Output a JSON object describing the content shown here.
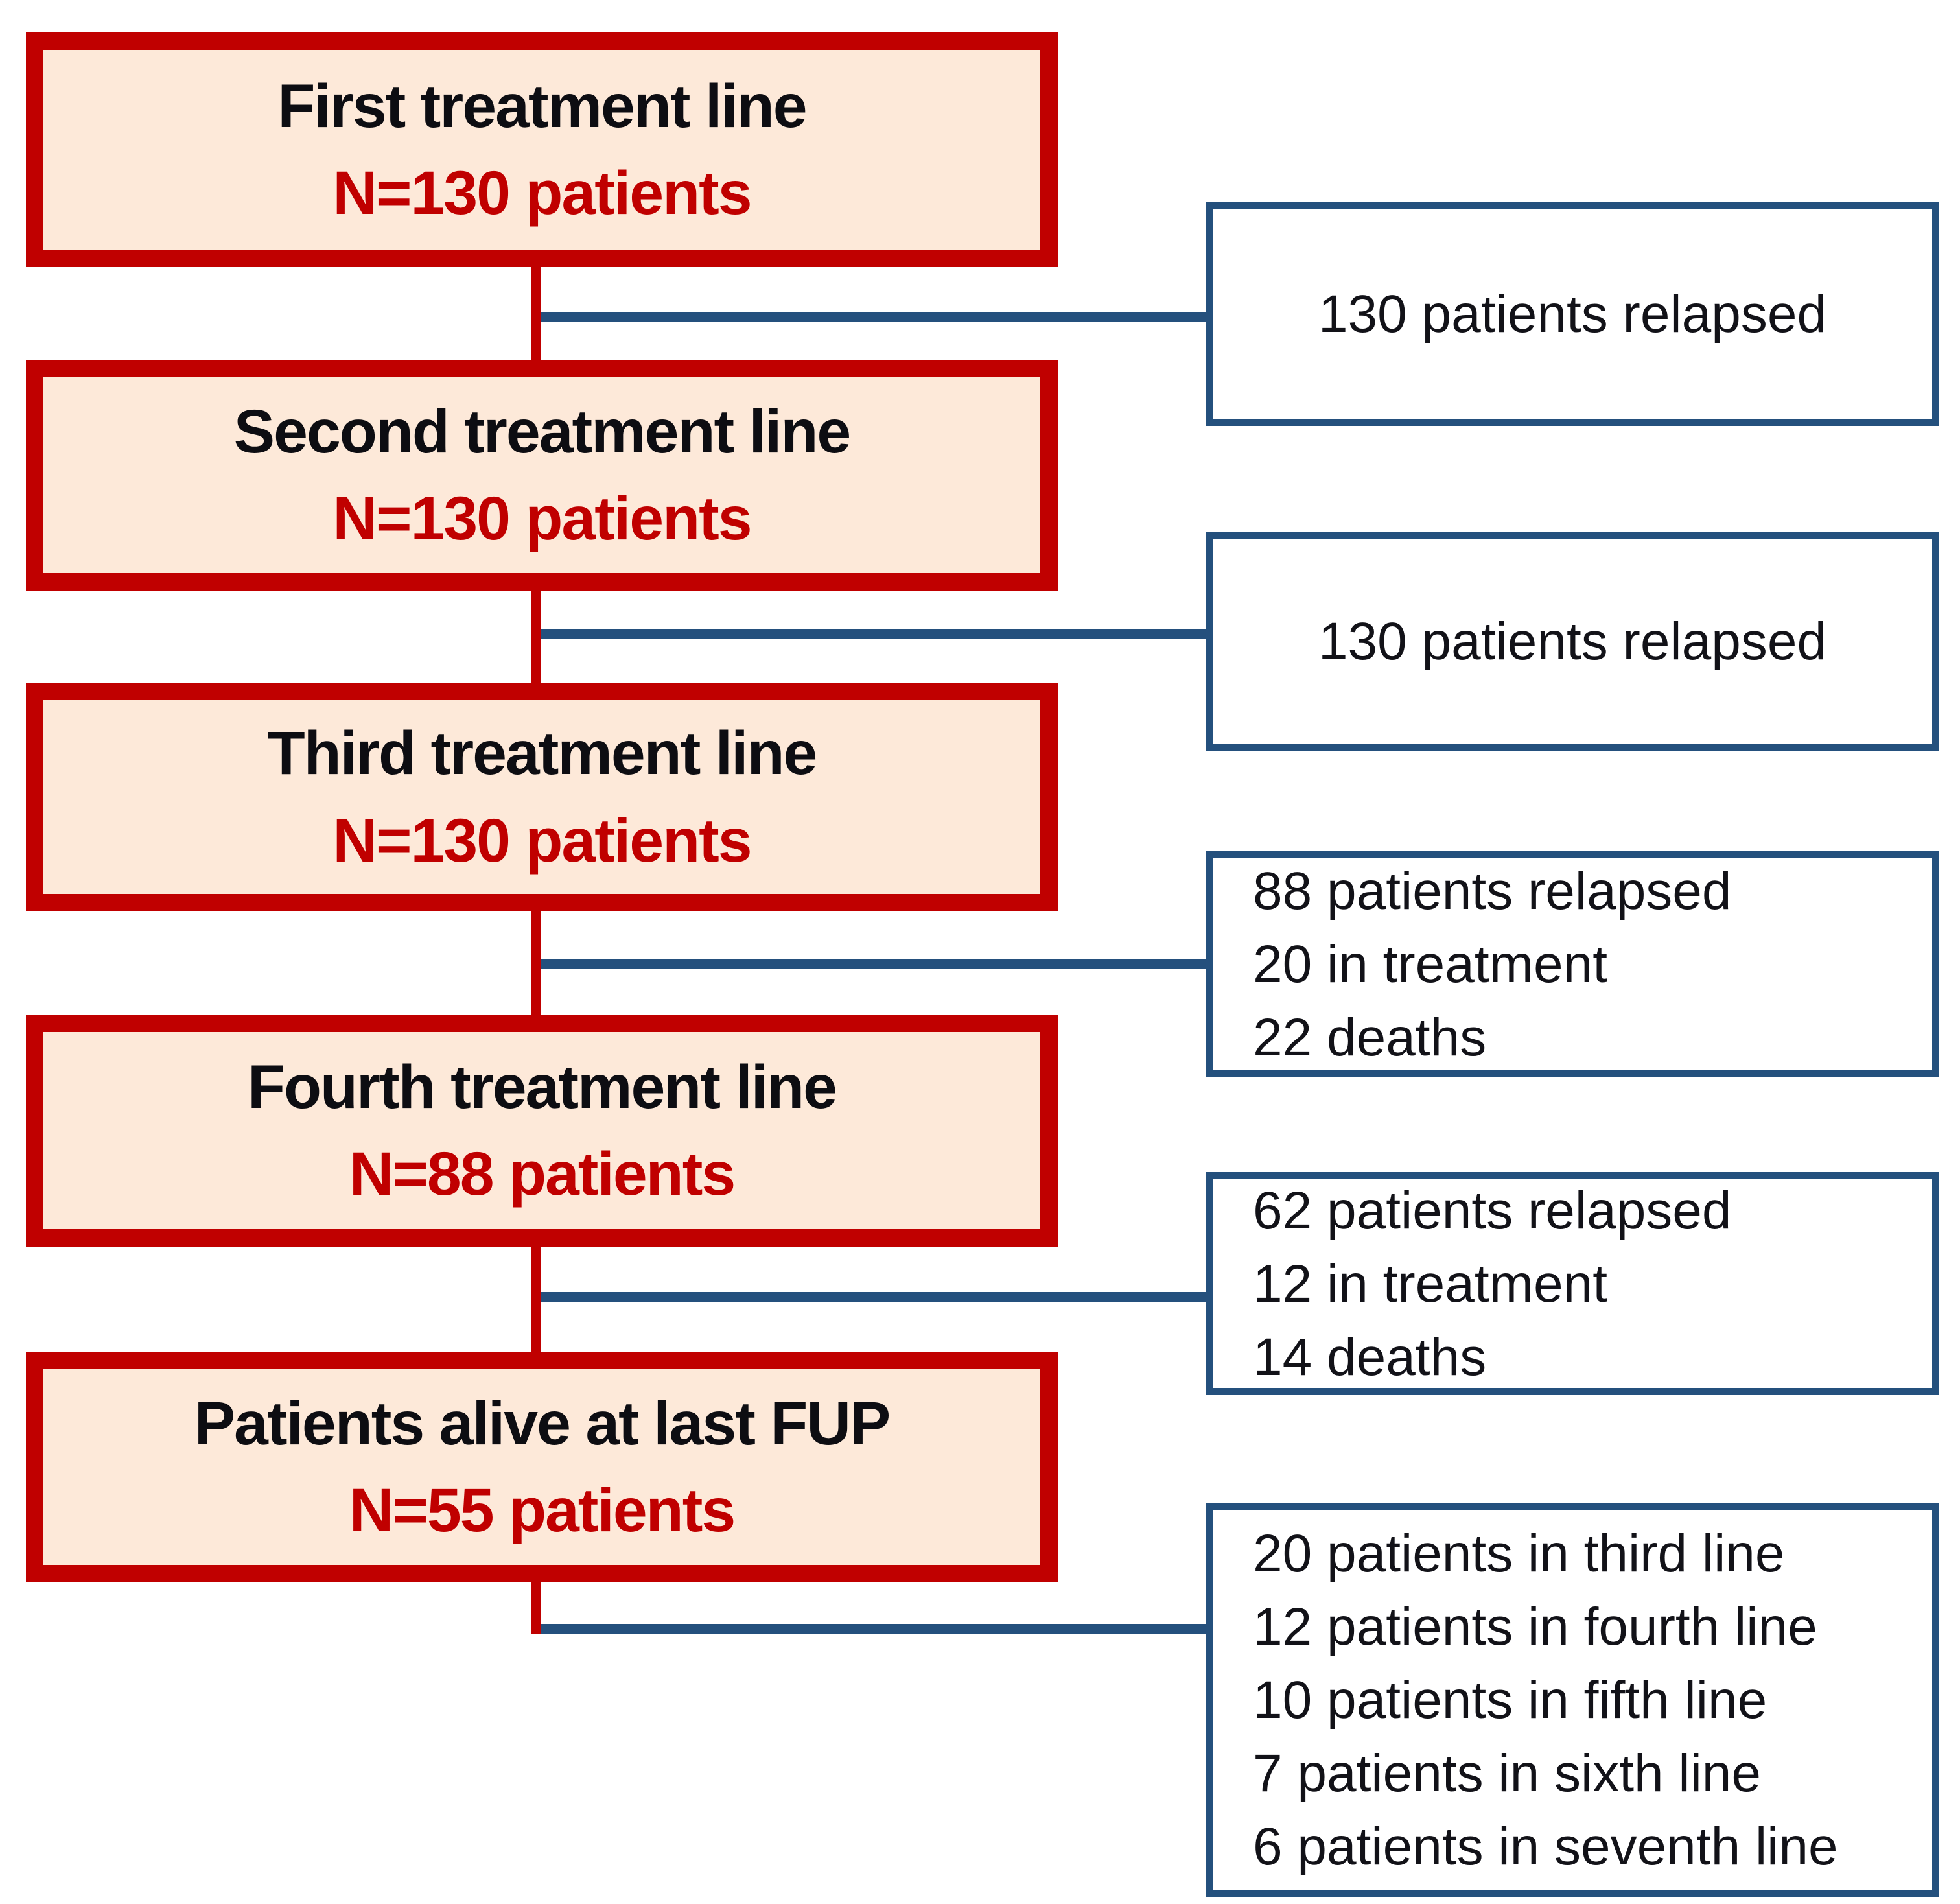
{
  "palette": {
    "main_box_background": "#FDE9D9",
    "main_box_border": "#C00000",
    "count_text_color": "#C00000",
    "title_text_color": "#0D0D12",
    "side_box_border": "#24507D",
    "blue_connector": "#24507D",
    "red_connector": "#C00000",
    "canvas_background": "#FFFFFF"
  },
  "flowchart": {
    "main_boxes": [
      {
        "title": "First treatment line",
        "count": "N=130 patients"
      },
      {
        "title": "Second treatment line",
        "count": "N=130 patients"
      },
      {
        "title": "Third treatment line",
        "count": "N=130 patients"
      },
      {
        "title": "Fourth treatment line",
        "count": "N=88 patients"
      },
      {
        "title": "Patients alive at last FUP",
        "count": "N=55 patients"
      }
    ],
    "side_boxes": [
      {
        "lines": [
          "130 patients relapsed"
        ]
      },
      {
        "lines": [
          "130 patients relapsed"
        ]
      },
      {
        "lines": [
          "88 patients relapsed",
          "20 in treatment",
          "22 deaths"
        ]
      },
      {
        "lines": [
          "62 patients relapsed",
          "12 in treatment",
          "14 deaths"
        ]
      },
      {
        "lines": [
          "20 patients in third line",
          "12 patients in fourth line",
          "10 patients in fifth line",
          "7 patients in sixth line",
          "6 patients in seventh line"
        ]
      }
    ]
  }
}
